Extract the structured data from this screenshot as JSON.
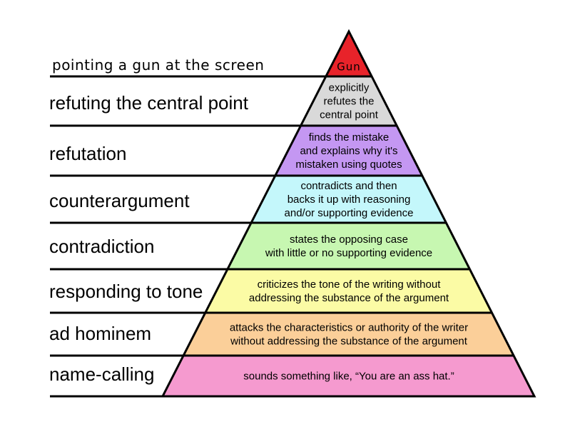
{
  "levels": [
    {
      "label": "pointing a gun at the screen",
      "description": [
        "Gun"
      ],
      "color": "#e8232a"
    },
    {
      "label": "refuting the central point",
      "description": [
        "explicitly",
        "refutes the",
        "central point"
      ],
      "color": "#d9d9d9"
    },
    {
      "label": "refutation",
      "description": [
        "finds the mistake",
        "and explains why it's",
        "mistaken using quotes"
      ],
      "color": "#c497f2"
    },
    {
      "label": "counterargument",
      "description": [
        "contradicts and then",
        "backs it up with reasoning",
        "and/or supporting evidence"
      ],
      "color": "#c4f7fb"
    },
    {
      "label": "contradiction",
      "description": [
        "states the opposing case",
        "with little or no supporting evidence"
      ],
      "color": "#c7f7b1"
    },
    {
      "label": "responding to tone",
      "description": [
        "criticizes the tone of the writing without",
        "addressing the substance of the argument"
      ],
      "color": "#fbfba5"
    },
    {
      "label": "ad hominem",
      "description": [
        "attacks the characteristics or authority of the writer",
        "without addressing the substance of the argument"
      ],
      "color": "#fbcf99"
    },
    {
      "label": "name-calling",
      "description": [
        "sounds something like, “You are an ass hat.”"
      ],
      "color": "#f59acf"
    }
  ]
}
